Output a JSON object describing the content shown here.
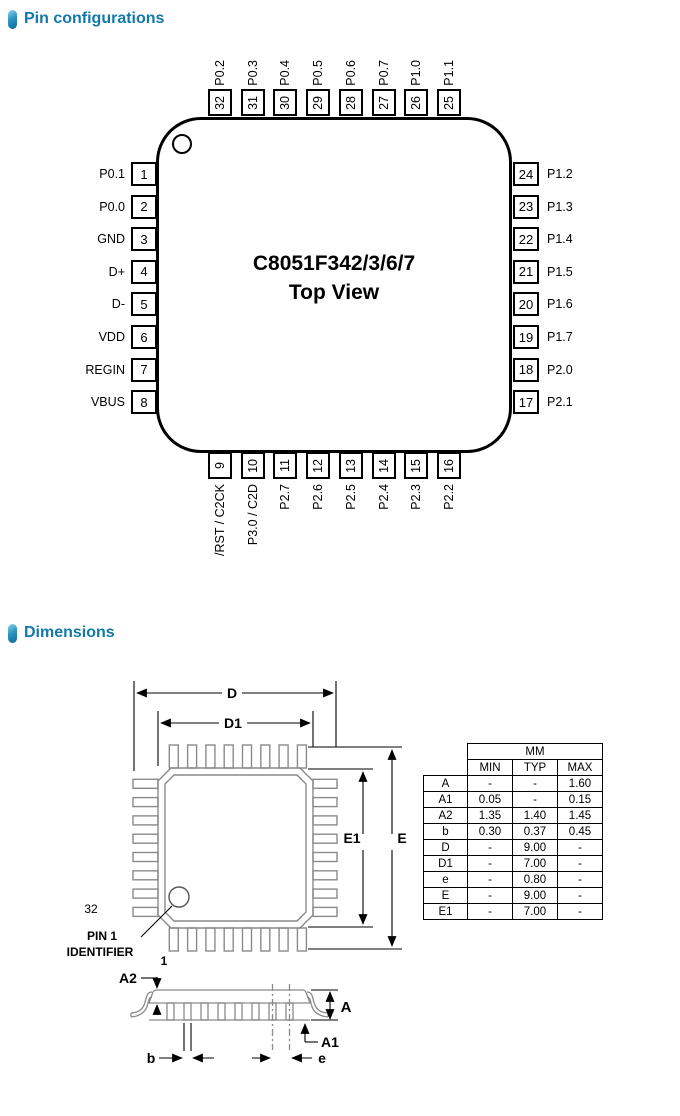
{
  "sections": {
    "pin_config": {
      "title": "Pin configurations"
    },
    "dimensions": {
      "title": "Dimensions"
    }
  },
  "accent": {
    "header_color": "#1279a8"
  },
  "chip": {
    "title_line1": "C8051F342/3/6/7",
    "title_line2": "Top View",
    "pins": {
      "top": [
        {
          "num": "32",
          "label": "P0.2"
        },
        {
          "num": "31",
          "label": "P0.3"
        },
        {
          "num": "30",
          "label": "P0.4"
        },
        {
          "num": "29",
          "label": "P0.5"
        },
        {
          "num": "28",
          "label": "P0.6"
        },
        {
          "num": "27",
          "label": "P0.7"
        },
        {
          "num": "26",
          "label": "P1.0"
        },
        {
          "num": "25",
          "label": "P1.1"
        }
      ],
      "left": [
        {
          "num": "1",
          "label": "P0.1"
        },
        {
          "num": "2",
          "label": "P0.0"
        },
        {
          "num": "3",
          "label": "GND"
        },
        {
          "num": "4",
          "label": "D+"
        },
        {
          "num": "5",
          "label": "D-"
        },
        {
          "num": "6",
          "label": "VDD"
        },
        {
          "num": "7",
          "label": "REGIN"
        },
        {
          "num": "8",
          "label": "VBUS"
        }
      ],
      "right": [
        {
          "num": "24",
          "label": "P1.2"
        },
        {
          "num": "23",
          "label": "P1.3"
        },
        {
          "num": "22",
          "label": "P1.4"
        },
        {
          "num": "21",
          "label": "P1.5"
        },
        {
          "num": "20",
          "label": "P1.6"
        },
        {
          "num": "19",
          "label": "P1.7"
        },
        {
          "num": "18",
          "label": "P2.0"
        },
        {
          "num": "17",
          "label": "P2.1"
        }
      ],
      "bottom": [
        {
          "num": "9",
          "label": "/RST / C2CK"
        },
        {
          "num": "10",
          "label": "P3.0 / C2D"
        },
        {
          "num": "11",
          "label": "P2.7"
        },
        {
          "num": "12",
          "label": "P2.6"
        },
        {
          "num": "13",
          "label": "P2.5"
        },
        {
          "num": "14",
          "label": "P2.4"
        },
        {
          "num": "15",
          "label": "P2.3"
        },
        {
          "num": "16",
          "label": "P2.2"
        }
      ]
    }
  },
  "dim": {
    "labels": {
      "d": "D",
      "d1": "D1",
      "e_outer": "E",
      "e1": "E1",
      "pin32": "32",
      "pin1": "1",
      "pin1_id_line1": "PIN 1",
      "pin1_id_line2": "IDENTIFIER",
      "a2": "A2",
      "a": "A",
      "a1": "A1",
      "b": "b",
      "e_pitch": "e"
    },
    "table": {
      "unit_header": "MM",
      "col_headers": [
        "MIN",
        "TYP",
        "MAX"
      ],
      "rows": [
        {
          "name": "A",
          "min": "-",
          "typ": "-",
          "max": "1.60"
        },
        {
          "name": "A1",
          "min": "0.05",
          "typ": "-",
          "max": "0.15"
        },
        {
          "name": "A2",
          "min": "1.35",
          "typ": "1.40",
          "max": "1.45"
        },
        {
          "name": "b",
          "min": "0.30",
          "typ": "0.37",
          "max": "0.45"
        },
        {
          "name": "D",
          "min": "-",
          "typ": "9.00",
          "max": "-"
        },
        {
          "name": "D1",
          "min": "-",
          "typ": "7.00",
          "max": "-"
        },
        {
          "name": "e",
          "min": "-",
          "typ": "0.80",
          "max": "-"
        },
        {
          "name": "E",
          "min": "-",
          "typ": "9.00",
          "max": "-"
        },
        {
          "name": "E1",
          "min": "-",
          "typ": "7.00",
          "max": "-"
        }
      ]
    }
  }
}
